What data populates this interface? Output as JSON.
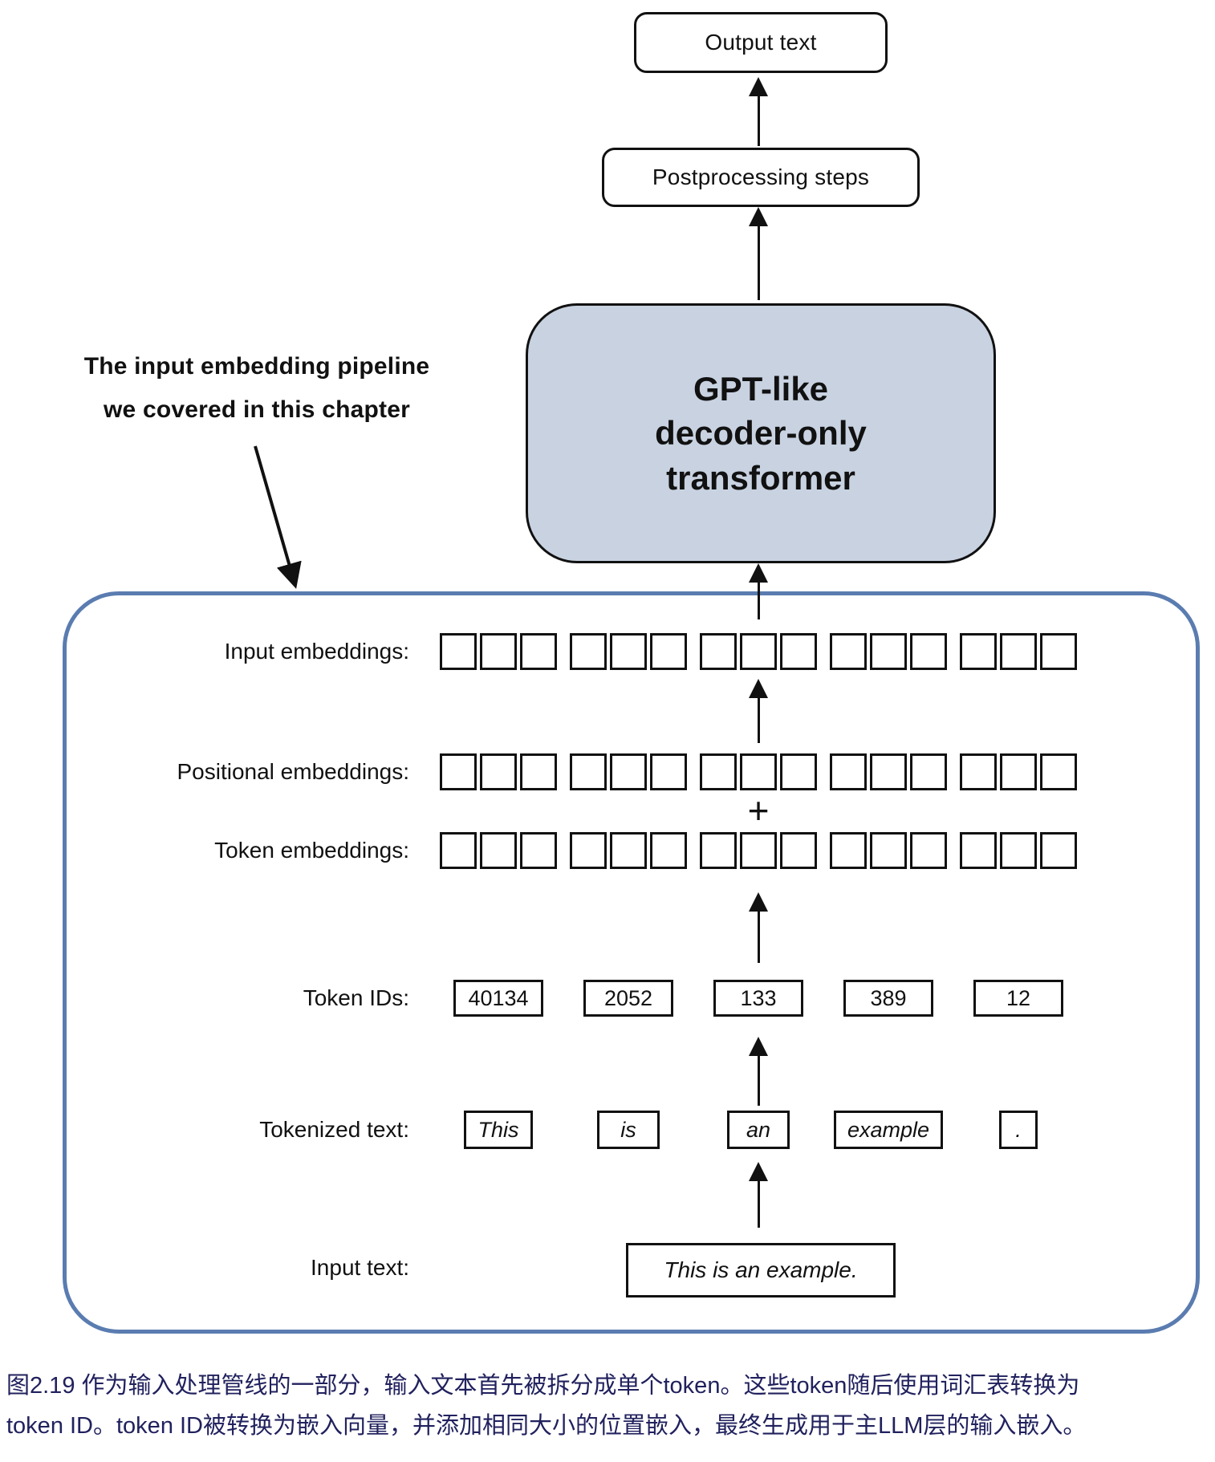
{
  "top": {
    "output_box_label": "Output text",
    "postprocessing_box_label": "Postprocessing steps",
    "gpt_box_lines": [
      "GPT-like",
      "decoder-only",
      "transformer"
    ]
  },
  "annotation": {
    "line1": "The input embedding pipeline",
    "line2": "we covered in this chapter"
  },
  "pipeline": {
    "labels": {
      "input_embeddings": "Input embeddings:",
      "positional_embeddings": "Positional embeddings:",
      "token_embeddings": "Token embeddings:",
      "token_ids": "Token IDs:",
      "tokenized_text": "Tokenized text:",
      "input_text": "Input text:"
    },
    "plus_sign": "+",
    "embedding_groups": 5,
    "squares_per_group": 3,
    "token_ids": [
      "40134",
      "2052",
      "133",
      "389",
      "12"
    ],
    "tokens": [
      "This",
      "is",
      "an",
      "example",
      "."
    ],
    "input_text": "This is an example."
  },
  "caption": {
    "line1": "图2.19 作为输入处理管线的一部分，输入文本首先被拆分成单个token。这些token随后使用词汇表转换为",
    "line2": "token ID。token ID被转换为嵌入向量，并添加相同大小的位置嵌入，最终生成用于主LLM层的输入嵌入。"
  },
  "colors": {
    "gpt_box_fill": "#c8d2e1",
    "container_border": "#5a7cb0",
    "caption_text": "#21215e"
  }
}
